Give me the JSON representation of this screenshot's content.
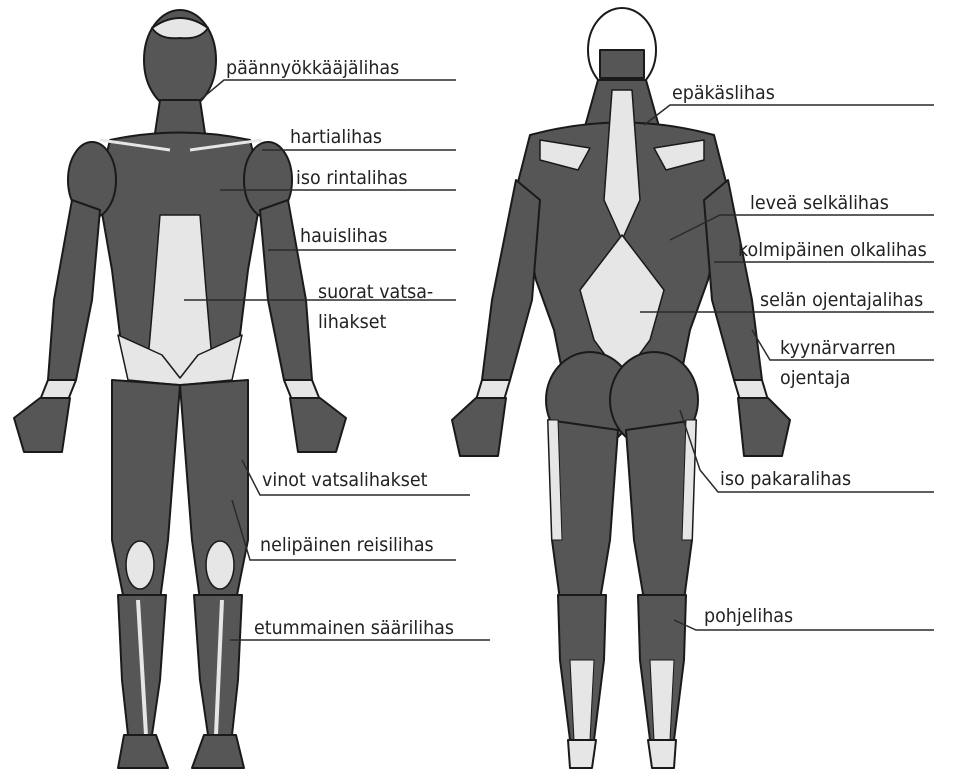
{
  "colors": {
    "muscle": "#565656",
    "outline": "#1a1a1a",
    "tendon": "#e6e6e6",
    "leader": "#2a2a2a",
    "background": "#ffffff"
  },
  "front_labels": {
    "paannyokkaajalihas": "päännyökkääjälihas",
    "hartialihas": "hartialihas",
    "iso_rintalihas": "iso rintalihas",
    "hauislihas": "hauislihas",
    "suorat_vatsalihakset_1": "suorat vatsa-",
    "suorat_vatsalihakset_2": "lihakset",
    "vinot_vatsalihakset": "vinot vatsalihakset",
    "nelipainen_reisilihas": "nelipäinen reisilihas",
    "etummainen_saarilihas": "etummainen säärilihas"
  },
  "back_labels": {
    "epakaslihas": "epäkäslihas",
    "levea_selkalihas": "leveä selkälihas",
    "kolmipainen_olkalihas": "kolmipäinen olkalihas",
    "selan_ojentajalihas": "selän ojentajalihas",
    "kyynarvarren_1": "kyynärvarren",
    "kyynarvarren_2": "ojentaja",
    "iso_pakaralihas": "iso pakaralihas",
    "pohjelihas": "pohjelihas"
  }
}
